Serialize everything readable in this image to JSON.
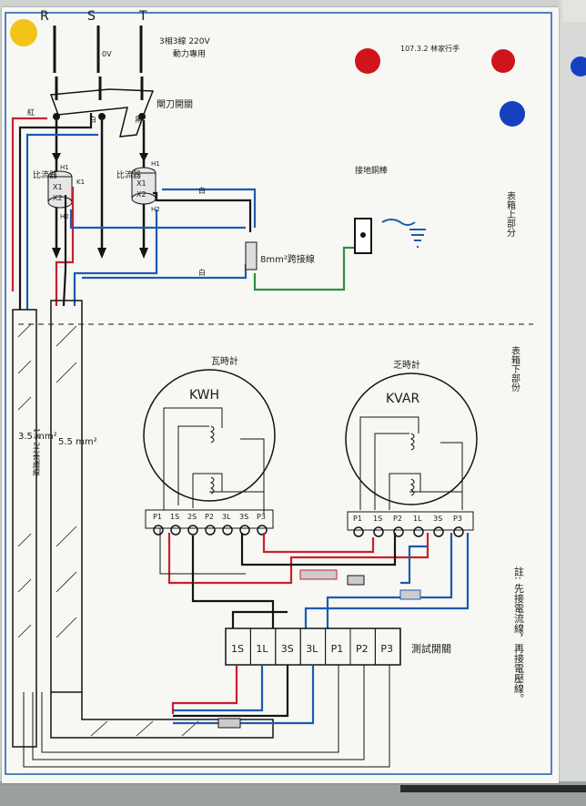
{
  "phases": {
    "r": "R",
    "s": "S",
    "t": "T"
  },
  "header": {
    "power_note": "3相3線 220V",
    "power_use": "動力專用",
    "date_name": "107.3.2 林家行手"
  },
  "labels": {
    "ov": "0V",
    "knife_switch": "閘刀開關",
    "ct_left": "比流器",
    "ct_right": "比流器",
    "k1": "K1",
    "ground_rod": "接地銅棒",
    "jumper": "8mm²跨接線",
    "upper_meter_box": "表箱上部分",
    "lower_meter_box": "表箱下部份",
    "kwh_title": "瓦時計",
    "kwh": "KWH",
    "kvar_title": "乏時計",
    "kvar": "KVAR",
    "test_switch": "測試開關",
    "note": "註: 先接電流線，再接電壓線。",
    "cable_left": "3.5 mm²",
    "cable_right": "5.5 mm²",
    "cable_note": "1.6 2芯電纜線",
    "red": "紅",
    "white": "白",
    "black": "黑",
    "h1": "H1",
    "h2": "H2",
    "x1": "X1",
    "x2": "X2"
  },
  "kwh_terminals": [
    "P1",
    "1S",
    "2S",
    "P2",
    "3L",
    "3S",
    "P3"
  ],
  "kvar_terminals": [
    "P1",
    "1S",
    "P2",
    "1L",
    "3S",
    "P3"
  ],
  "test_switch_terminals": [
    "1S",
    "1L",
    "3S",
    "3L",
    "P1",
    "P2",
    "P3"
  ],
  "colors": {
    "red": "#c8202a",
    "blue": "#1c5bb0",
    "green": "#2e8f3e",
    "black": "#141414",
    "yellow": "#f2c418",
    "magnet_red": "#d0141c",
    "magnet_blue": "#1640c0"
  }
}
